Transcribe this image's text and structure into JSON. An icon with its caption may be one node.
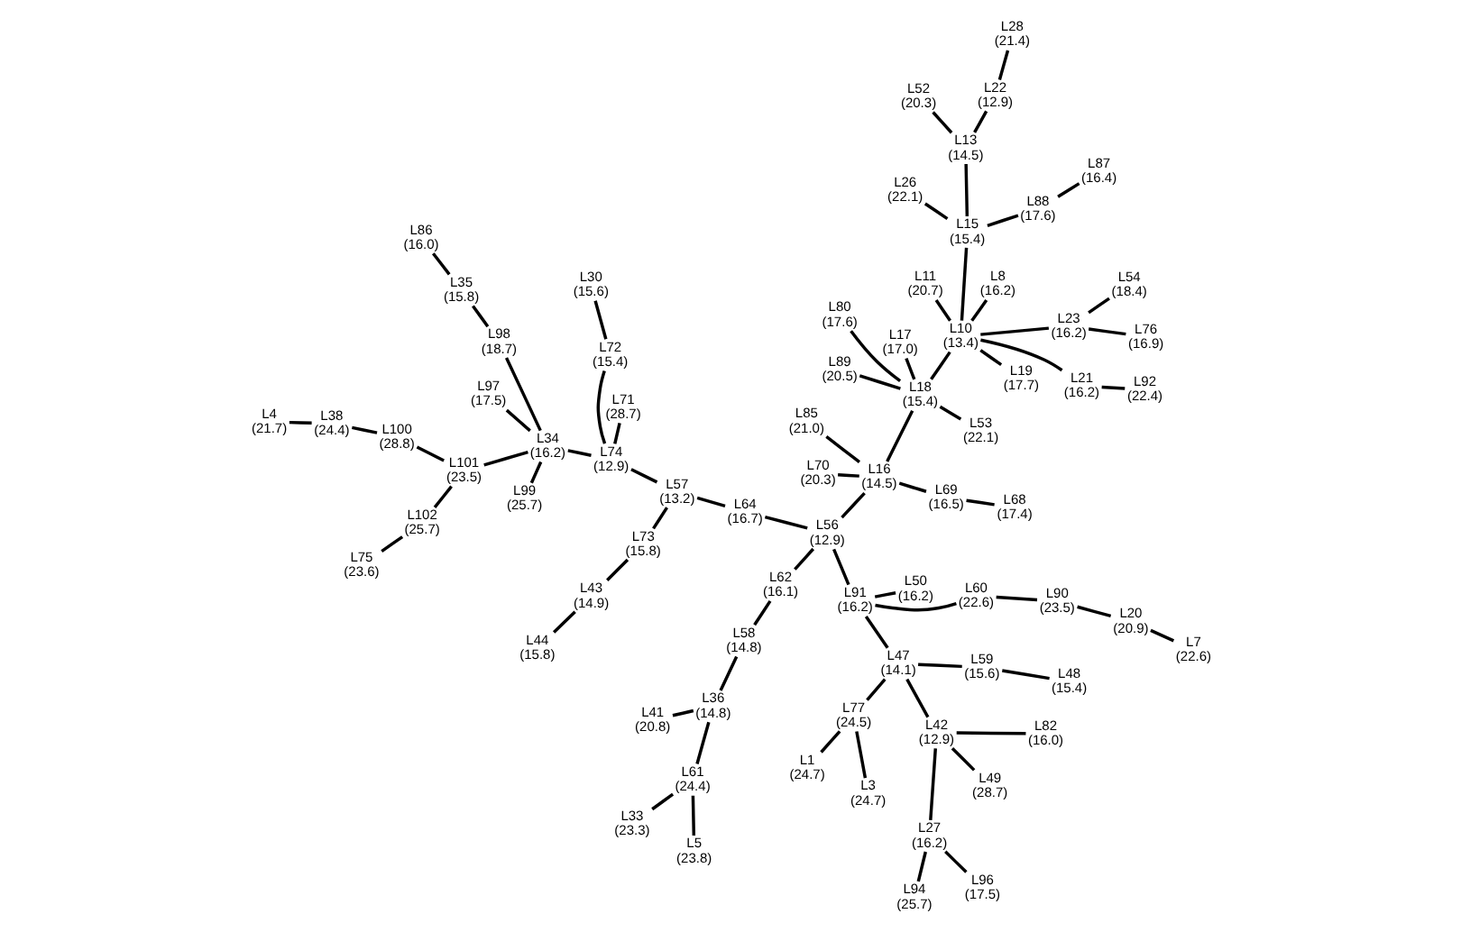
{
  "diagram": {
    "nodes": [
      {
        "text": [
          "L41"
        ],
        "beside": [
          "(20.8)"
        ]
      },
      {
        "text": [
          "L5"
        ],
        "beside": [
          "(23.8)"
        ]
      },
      {
        "text": [
          "L92"
        ],
        "beside": [
          "(22.4)"
        ]
      },
      {
        "text": [
          "L36"
        ],
        "beside": [
          "(14.8)"
        ]
      },
      {
        "text": [
          "L61"
        ],
        "beside": [
          "(24.4)"
        ]
      },
      {
        "text": [
          "L44"
        ],
        "beside": [
          "(15.8)"
        ]
      },
      {
        "text": [
          "L21"
        ],
        "beside": [
          "(16.2)"
        ]
      },
      {
        "text": [
          "L11"
        ],
        "beside": [
          "(20.7)"
        ]
      },
      {
        "text": [
          "L19"
        ],
        "beside": [
          "(17.7)"
        ]
      },
      {
        "text": [
          "L8"
        ],
        "beside": [
          "(16.2)"
        ]
      },
      {
        "text": [
          "L58"
        ],
        "beside": [
          "(14.8)"
        ]
      },
      {
        "text": [
          "L33"
        ],
        "beside": [
          "(23.3)"
        ]
      },
      {
        "text": [
          "L43"
        ],
        "beside": [
          "(14.9)"
        ]
      },
      {
        "text": [
          "L68"
        ],
        "beside": [
          "(17.4)"
        ]
      },
      {
        "text": [
          "L62"
        ],
        "beside": [
          "(16.1)"
        ]
      },
      {
        "text": [
          "L69"
        ],
        "beside": [
          "(16.5)"
        ]
      },
      {
        "text": [
          "L73"
        ],
        "beside": [
          "(15.8)"
        ]
      },
      {
        "text": [
          "L71"
        ],
        "beside": [
          "(28.7)"
        ]
      },
      {
        "text": [
          "L97"
        ],
        "beside": [
          "(17.5)"
        ]
      },
      {
        "text": [
          "L99"
        ],
        "beside": [
          "(25.7)"
        ]
      },
      {
        "text": [
          "L52"
        ],
        "beside": [
          "(20.3)"
        ]
      },
      {
        "text": [
          "L26"
        ],
        "beside": [
          "(22.1)"
        ]
      },
      {
        "text": [
          "L17"
        ],
        "beside": [
          "(17.0)"
        ]
      },
      {
        "text": [
          "L53"
        ],
        "beside": [
          "(22.1)"
        ]
      },
      {
        "text": [
          "L13"
        ],
        "beside": [
          "(14.5)"
        ]
      },
      {
        "text": [
          "L15"
        ],
        "beside": [
          "(15.4)"
        ]
      },
      {
        "text": [
          "L10"
        ],
        "beside": [
          "(13.4)"
        ]
      },
      {
        "text": [
          "L18"
        ],
        "beside": [
          "(15.4)"
        ]
      },
      {
        "text": [
          "L16"
        ],
        "beside": [
          "(14.5)"
        ]
      },
      {
        "text": [
          "L56"
        ],
        "beside": [
          "(12.9)"
        ]
      },
      {
        "text": [
          "L64"
        ],
        "beside": [
          "(16.7)"
        ]
      },
      {
        "text": [
          "L57"
        ],
        "beside": [
          "(13.2)"
        ]
      },
      {
        "text": [
          "L74"
        ],
        "beside": [
          "(12.9)"
        ]
      },
      {
        "text": [
          "L34"
        ],
        "beside": [
          "(16.2)"
        ]
      },
      {
        "text": [
          "L101"
        ],
        "beside": [
          "(23.5)"
        ]
      },
      {
        "text": [
          "L102"
        ],
        "beside": [
          "(25.7)"
        ]
      },
      {
        "text": [
          "L75"
        ],
        "beside": [
          "(23.6)"
        ]
      },
      {
        "text": [
          "L80"
        ],
        "beside": [
          "(17.6)"
        ]
      },
      {
        "text": [
          "L89"
        ],
        "beside": [
          "(20.5)"
        ]
      },
      {
        "text": [
          "L70"
        ],
        "beside": [
          "(20.3)"
        ]
      },
      {
        "text": [
          "L85"
        ],
        "beside": [
          "(21.0)"
        ]
      },
      {
        "text": [
          "L22"
        ],
        "beside": [
          "(12.9)"
        ]
      },
      {
        "text": [
          "L88"
        ],
        "beside": [
          "(17.6)"
        ]
      },
      {
        "text": [
          "L91"
        ],
        "beside": [
          "(16.2)"
        ]
      },
      {
        "text": [
          "L60"
        ],
        "beside": [
          "(22.6)"
        ]
      },
      {
        "text": [
          "L90"
        ],
        "beside": [
          "(23.5)"
        ]
      },
      {
        "text": [
          "L20"
        ],
        "beside": [
          "(20.9)"
        ]
      },
      {
        "text": [
          "L7"
        ],
        "beside": [
          "(22.6)"
        ]
      },
      {
        "text": [
          "L72"
        ],
        "beside": [
          "(15.4)"
        ]
      },
      {
        "text": [
          "L98"
        ],
        "beside": [
          "(18.7)"
        ]
      },
      {
        "text": [
          "L100"
        ],
        "beside": [
          "(28.8)"
        ]
      },
      {
        "text": [
          "L50"
        ],
        "beside": [
          "(16.2)"
        ]
      },
      {
        "text": [
          "L28"
        ],
        "beside": [
          "(21.4)"
        ]
      },
      {
        "text": [
          "L87"
        ],
        "beside": [
          "(16.4)"
        ]
      },
      {
        "text": [
          "L23"
        ],
        "beside": [
          "(16.2)"
        ]
      },
      {
        "text": [
          "L48"
        ],
        "beside": [
          "(15.4)"
        ]
      },
      {
        "text": [
          "L59"
        ],
        "beside": [
          "(15.6)"
        ]
      },
      {
        "text": [
          "L47"
        ],
        "beside": [
          "(14.1)"
        ]
      },
      {
        "text": [
          "L77"
        ],
        "beside": [
          "(24.5)"
        ]
      },
      {
        "text": [
          "L1"
        ],
        "beside": [
          "(24.7)"
        ]
      },
      {
        "text": [
          "L30"
        ],
        "beside": [
          "(15.6)"
        ]
      },
      {
        "text": [
          "L35"
        ],
        "beside": [
          "(15.8)"
        ]
      },
      {
        "text": [
          "L38"
        ],
        "beside": [
          "(24.4)"
        ]
      },
      {
        "text": [
          "L54"
        ],
        "beside": [
          "(18.4)"
        ]
      },
      {
        "text": [
          "L76"
        ],
        "beside": [
          "(16.9)"
        ]
      },
      {
        "text": [
          "L3"
        ],
        "beside": [
          "(24.7)"
        ]
      },
      {
        "text": [
          "L82"
        ],
        "beside": [
          "(16.0)"
        ]
      },
      {
        "text": [
          "L42"
        ],
        "beside": [
          "(12.9)"
        ]
      },
      {
        "text": [
          "L49"
        ],
        "beside": [
          "(28.7)"
        ]
      },
      {
        "text": [
          "L86"
        ],
        "beside": [
          "(16.0)"
        ]
      },
      {
        "text": [
          "L4"
        ],
        "beside": [
          "(21.7)"
        ]
      },
      {
        "text": [
          "L94"
        ],
        "beside": [
          "(25.7)"
        ]
      },
      {
        "text": [
          "L27"
        ],
        "beside": [
          "(16.2)"
        ]
      },
      {
        "text": [
          "L96"
        ],
        "beside": [
          "(17.5)"
        ]
      }
    ],
    "edges": [
      {
        "from": 26,
        "to": 25,
        "arrow": "none"
      },
      {
        "from": 26,
        "to": 27,
        "arrow": "none"
      },
      {
        "from": 26,
        "to": 9,
        "arrow": "none"
      },
      {
        "from": 26,
        "to": 7,
        "arrow": "none"
      },
      {
        "from": 26,
        "to": 6,
        "arrow": "none"
      },
      {
        "from": 26,
        "to": 8,
        "arrow": "none"
      },
      {
        "from": 26,
        "to": 54,
        "arrow": "none"
      },
      {
        "from": 6,
        "to": 2,
        "arrow": "none"
      },
      {
        "from": 25,
        "to": 24,
        "arrow": "none"
      },
      {
        "from": 25,
        "to": 21,
        "arrow": "none"
      },
      {
        "from": 25,
        "to": 42,
        "arrow": "none"
      },
      {
        "from": 24,
        "to": 20,
        "arrow": "none"
      },
      {
        "from": 24,
        "to": 41,
        "arrow": "none"
      },
      {
        "from": 41,
        "to": 52,
        "arrow": "none"
      },
      {
        "from": 42,
        "to": 53,
        "arrow": "none"
      },
      {
        "from": 54,
        "to": 63,
        "arrow": "none"
      },
      {
        "from": 54,
        "to": 64,
        "arrow": "none"
      },
      {
        "from": 27,
        "to": 22,
        "arrow": "none"
      },
      {
        "from": 27,
        "to": 23,
        "arrow": "none"
      },
      {
        "from": 27,
        "to": 37,
        "arrow": "none"
      },
      {
        "from": 27,
        "to": 38,
        "arrow": "none"
      },
      {
        "from": 27,
        "to": 28,
        "arrow": "none"
      },
      {
        "from": 28,
        "to": 15,
        "arrow": "none"
      },
      {
        "from": 15,
        "to": 13,
        "arrow": "none"
      },
      {
        "from": 28,
        "to": 39,
        "arrow": "none"
      },
      {
        "from": 28,
        "to": 40,
        "arrow": "none"
      },
      {
        "from": 28,
        "to": 29,
        "arrow": "none"
      },
      {
        "from": 29,
        "to": 14,
        "arrow": "none"
      },
      {
        "from": 14,
        "to": 10,
        "arrow": "none"
      },
      {
        "from": 10,
        "to": 3,
        "arrow": "none"
      },
      {
        "from": 3,
        "to": 0,
        "arrow": "none"
      },
      {
        "from": 3,
        "to": 4,
        "arrow": "none"
      },
      {
        "from": 4,
        "to": 1,
        "arrow": "none"
      },
      {
        "from": 4,
        "to": 11,
        "arrow": "none"
      },
      {
        "from": 29,
        "to": 30,
        "arrow": "none"
      },
      {
        "from": 30,
        "to": 31,
        "arrow": "none"
      },
      {
        "from": 31,
        "to": 16,
        "arrow": "none"
      },
      {
        "from": 16,
        "to": 12,
        "arrow": "none"
      },
      {
        "from": 12,
        "to": 5,
        "arrow": "none"
      },
      {
        "from": 31,
        "to": 32,
        "arrow": "none"
      },
      {
        "from": 32,
        "to": 17,
        "arrow": "none"
      },
      {
        "from": 32,
        "to": 48,
        "arrow": "none"
      },
      {
        "from": 48,
        "to": 60,
        "arrow": "none"
      },
      {
        "from": 32,
        "to": 33,
        "arrow": "none"
      },
      {
        "from": 33,
        "to": 18,
        "arrow": "none"
      },
      {
        "from": 33,
        "to": 19,
        "arrow": "none"
      },
      {
        "from": 33,
        "to": 49,
        "arrow": "none"
      },
      {
        "from": 49,
        "to": 61,
        "arrow": "none"
      },
      {
        "from": 61,
        "to": 69,
        "arrow": "none"
      },
      {
        "from": 33,
        "to": 34,
        "arrow": "none"
      },
      {
        "from": 34,
        "to": 50,
        "arrow": "none"
      },
      {
        "from": 50,
        "to": 62,
        "arrow": "none"
      },
      {
        "from": 62,
        "to": 70,
        "arrow": "none"
      },
      {
        "from": 34,
        "to": 35,
        "arrow": "none"
      },
      {
        "from": 35,
        "to": 36,
        "arrow": "none"
      },
      {
        "from": 29,
        "to": 43,
        "arrow": "none"
      },
      {
        "from": 43,
        "to": 51,
        "arrow": "none"
      },
      {
        "from": 43,
        "to": 44,
        "arrow": "none"
      },
      {
        "from": 44,
        "to": 45,
        "arrow": "none"
      },
      {
        "from": 45,
        "to": 46,
        "arrow": "none"
      },
      {
        "from": 46,
        "to": 47,
        "arrow": "none"
      },
      {
        "from": 43,
        "to": 57,
        "arrow": "none"
      },
      {
        "from": 57,
        "to": 56,
        "arrow": "none"
      },
      {
        "from": 56,
        "to": 55,
        "arrow": "none"
      },
      {
        "from": 57,
        "to": 58,
        "arrow": "none"
      },
      {
        "from": 58,
        "to": 59,
        "arrow": "none"
      },
      {
        "from": 58,
        "to": 65,
        "arrow": "none"
      },
      {
        "from": 57,
        "to": 67,
        "arrow": "none"
      },
      {
        "from": 67,
        "to": 66,
        "arrow": "none"
      },
      {
        "from": 67,
        "to": 68,
        "arrow": "none"
      },
      {
        "from": 67,
        "to": 72,
        "arrow": "none"
      },
      {
        "from": 72,
        "to": 71,
        "arrow": "none"
      },
      {
        "from": 72,
        "to": 73,
        "arrow": "none"
      }
    ]
  }
}
